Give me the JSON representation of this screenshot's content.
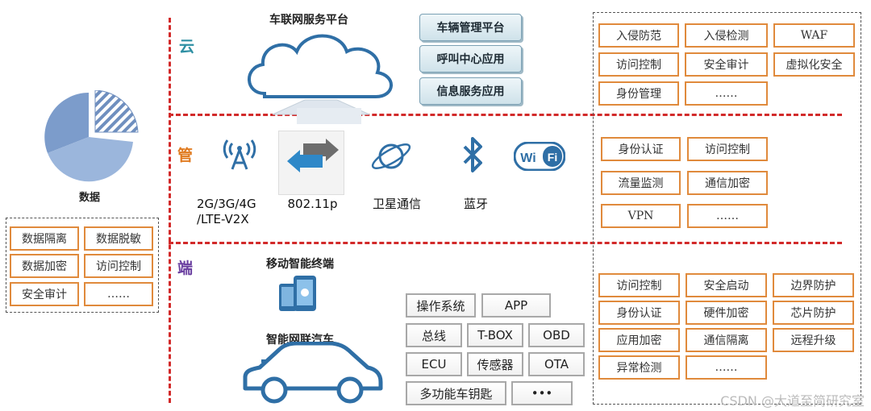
{
  "layers": {
    "cloud": "云",
    "pipe": "管",
    "terminal": "端"
  },
  "cloud": {
    "platform_title": "车联网服务平台",
    "apps": [
      "车辆管理平台",
      "呼叫中心应用",
      "信息服务应用"
    ]
  },
  "pipe": {
    "networks": [
      "2G/3G/4G\n/LTE-V2X",
      "802.11p",
      "卫星通信",
      "蓝牙"
    ],
    "wifi_text": "Wi Fi"
  },
  "terminal": {
    "mobile_label": "移动智能终端",
    "vehicle_label": "智能网联汽车",
    "components": [
      "操作系统",
      "APP",
      "总线",
      "T-BOX",
      "OBD",
      "ECU",
      "传感器",
      "OTA",
      "多功能车钥匙",
      "•••"
    ]
  },
  "data": {
    "label": "数据",
    "items": [
      "数据隔离",
      "数据脱敏",
      "数据加密",
      "访问控制",
      "安全审计",
      "……"
    ]
  },
  "security": {
    "cloud": [
      "入侵防范",
      "入侵检测",
      "WAF",
      "访问控制",
      "安全审计",
      "虚拟化安全",
      "身份管理",
      "……"
    ],
    "pipe": [
      "身份认证",
      "访问控制",
      "流量监测",
      "通信加密",
      "VPN",
      "……"
    ],
    "terminal": [
      "访问控制",
      "安全启动",
      "边界防护",
      "身份认证",
      "硬件加密",
      "芯片防护",
      "应用加密",
      "通信隔离",
      "远程升级",
      "异常检测",
      "……"
    ]
  },
  "colors": {
    "dash": "#d22a2a",
    "cloud_label": "#2e8fa3",
    "pipe_label": "#e07a1f",
    "terminal_label": "#6a3fa0",
    "tag_border": "#e08a3c"
  },
  "watermark": "CSDN @大道至简研究室"
}
